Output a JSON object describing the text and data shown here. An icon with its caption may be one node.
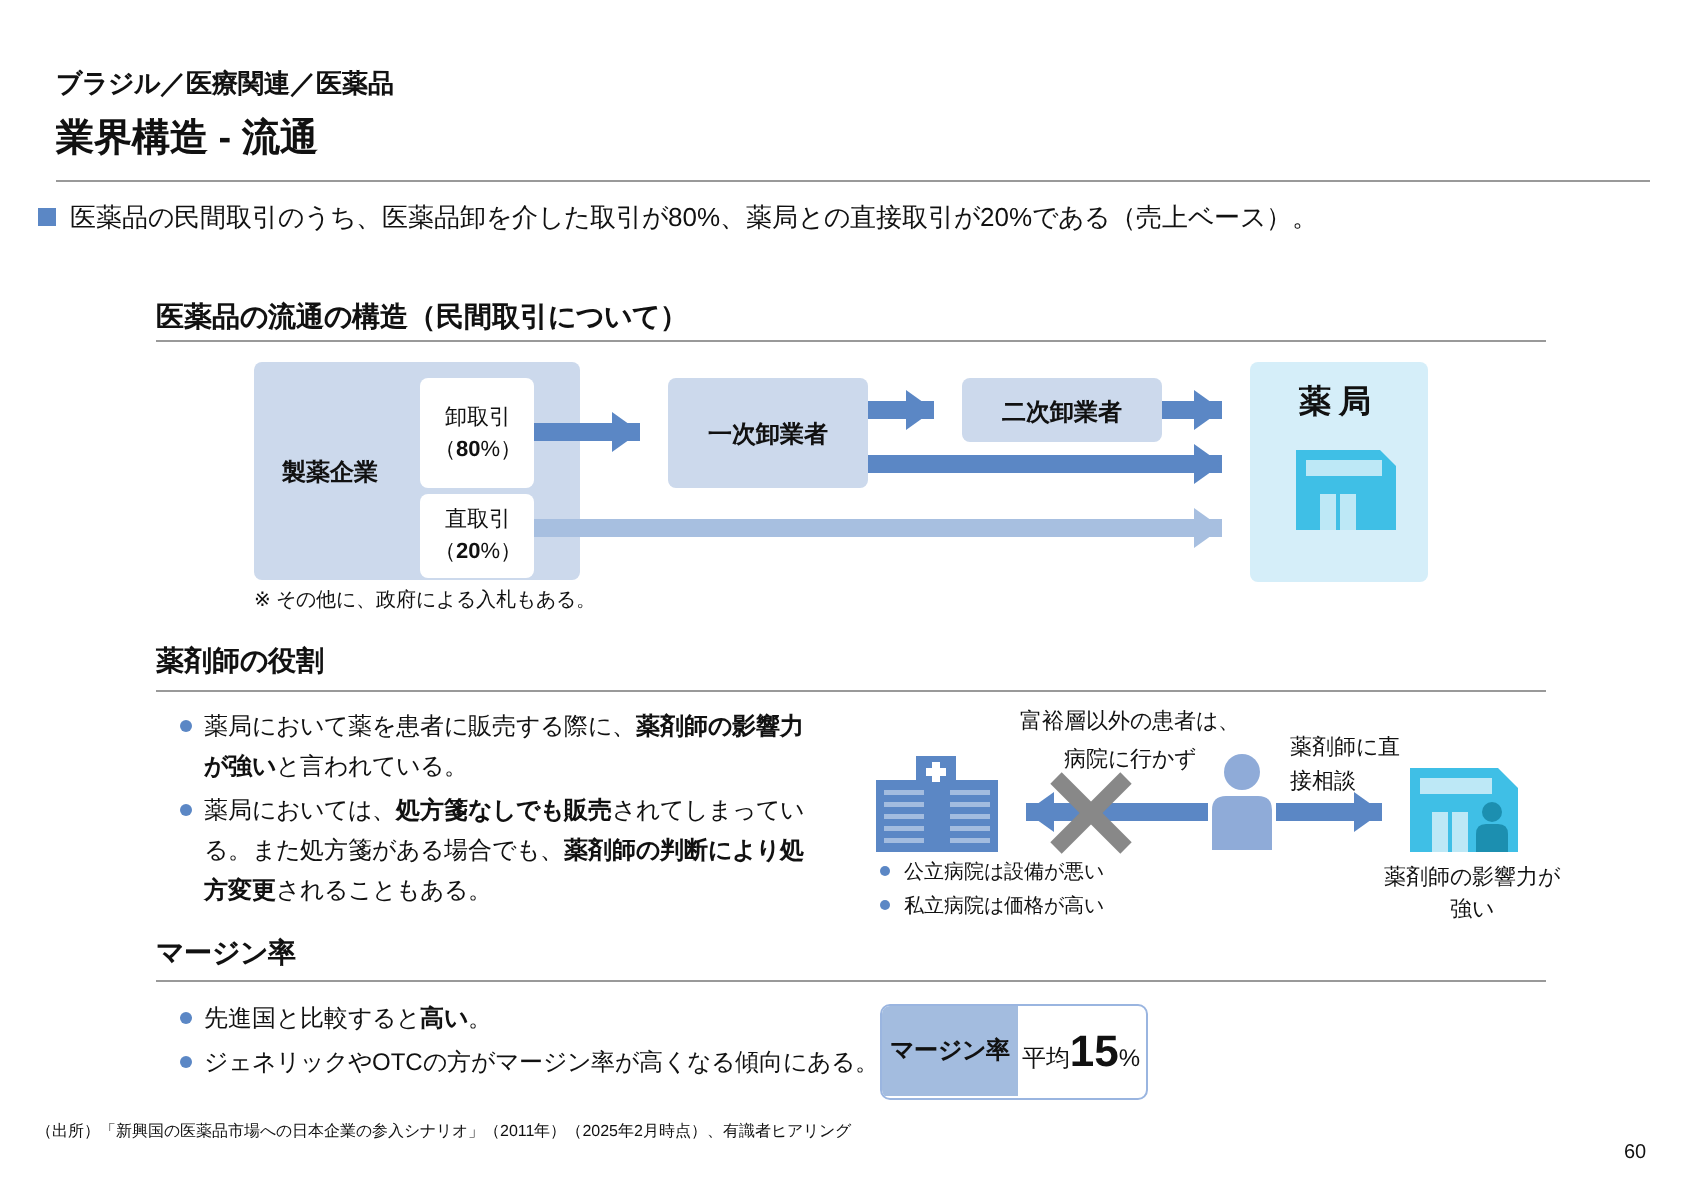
{
  "diagram": {
    "title": "業界構造 - 流通",
    "nodes": [
      {
        "text": [
          "製薬企業"
        ]
      },
      {
        "text": [
          "卸取引（**80**%）"
        ],
        "in": 0
      },
      {
        "text": [
          "直取引（**20**%）"
        ],
        "in": 0
      },
      {
        "text": [
          "一次卸業者"
        ]
      },
      {
        "text": [
          "二次卸業者"
        ]
      },
      {
        "text": [
          "薬局"
        ]
      },
      {
        "text": [],
        "shape": "picture",
        "beside": [
          "公立病院は設備が悪い",
          "私立病院は価格が高い"
        ]
      },
      {
        "text": [],
        "shape": "person"
      },
      {
        "text": [],
        "shape": "picture",
        "beside": [
          "薬剤師の影響力が強い"
        ]
      },
      {
        "text": [
          "マージン率",
          "平均**15**%"
        ]
      }
    ],
    "edges": [
      {
        "from": 1,
        "to": 3,
        "arrow": "to"
      },
      {
        "from": 3,
        "to": 4,
        "arrow": "to"
      },
      {
        "from": 4,
        "to": 5,
        "arrow": "to"
      },
      {
        "from": 3,
        "to": 5,
        "arrow": "to"
      },
      {
        "from": 2,
        "to": 5,
        "arrow": "to",
        "color": "#a7bfe0"
      },
      {
        "from": 7,
        "to": 6,
        "arrow": "to",
        "label": "富裕層以外の患者は、病院に行かず"
      },
      {
        "from": 7,
        "to": 8,
        "arrow": "to",
        "label": "薬剤師に直接相談"
      }
    ],
    "labels": [
      "ブラジル／医療関連／医薬品",
      "医薬品の民間取引のうち、医薬品卸を介した取引が80%、薬局との直接取引が20%である（売上ベース）。",
      "医薬品の流通の構造（民間取引について）",
      "※ その他に、政府による入札もある。",
      "薬剤師の役割",
      "薬局において薬を患者に販売する際に、**薬剤師の影響力が強い**と言われている。",
      "薬局においては、**処方箋なしでも販売**されてしまっている。また処方箋がある場合でも、**薬剤師の判断により処方変更**されることもある。",
      "マージン率",
      "先進国と比較すると**高い**。",
      "ジェネリックやOTCの方がマージン率が高くなる傾向にある。",
      "（出所）「新興国の医薬品市場への日本企業の参入シナリオ」（2011年）（2025年2月時点）、有識者ヒアリング",
      "60"
    ]
  }
}
